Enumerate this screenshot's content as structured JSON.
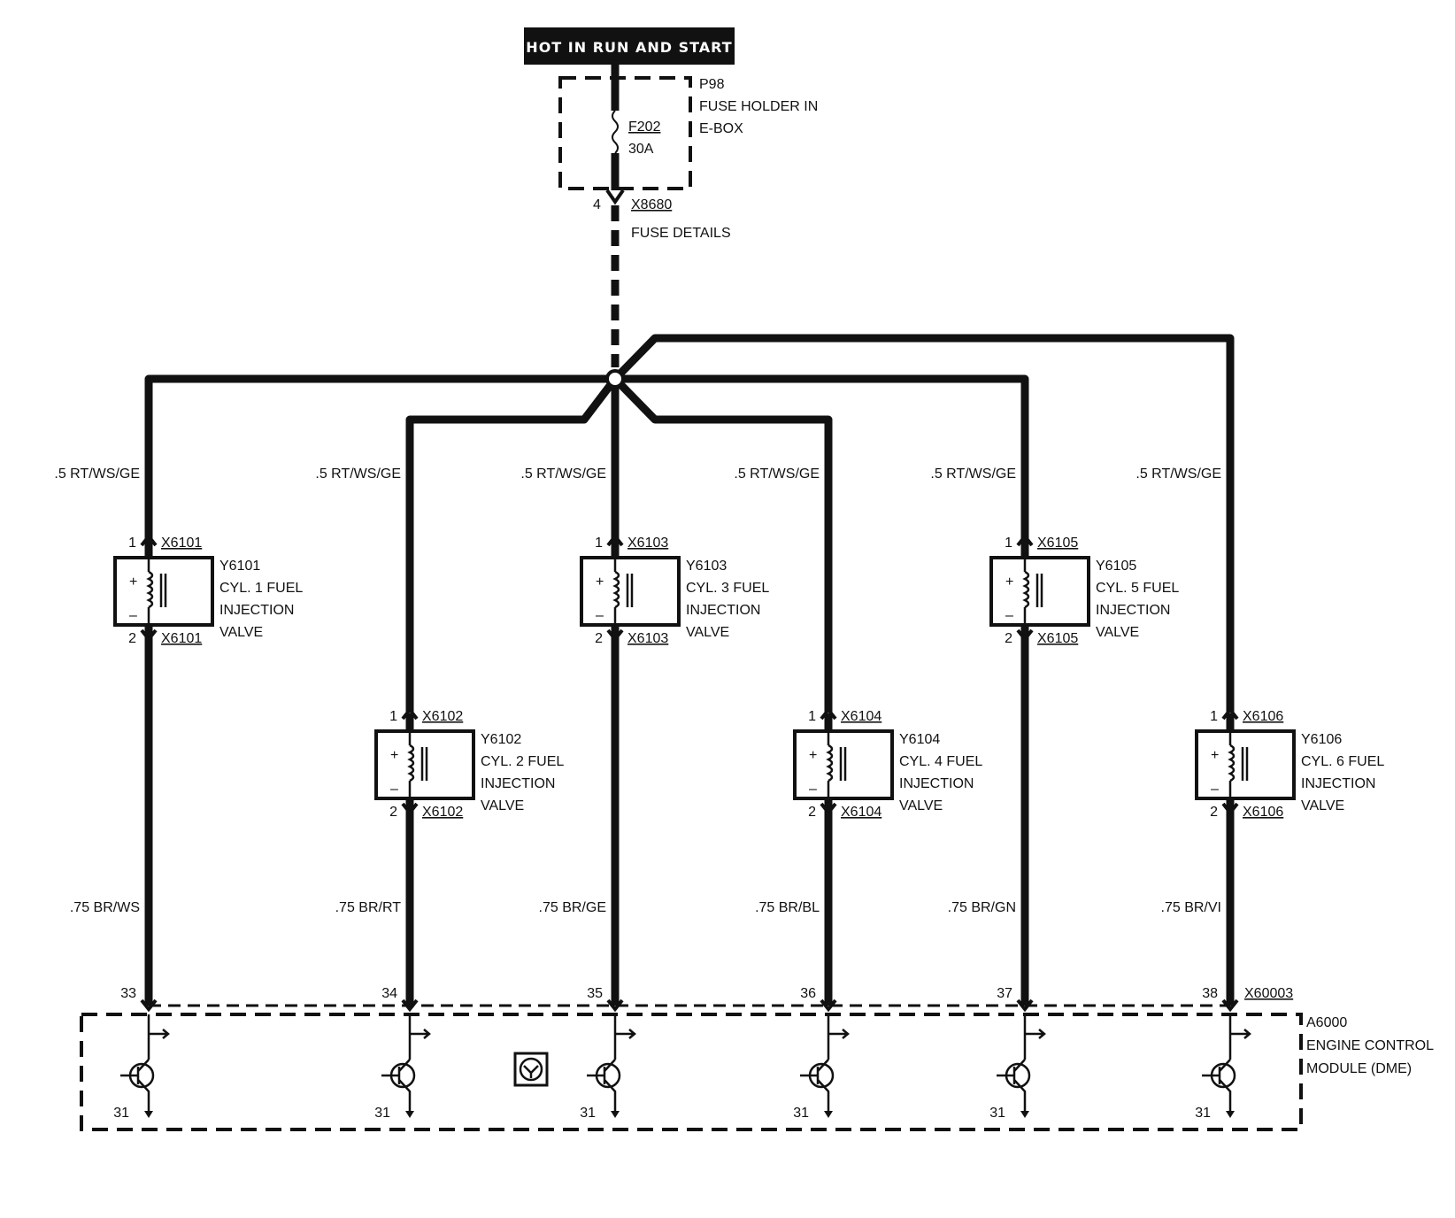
{
  "header": {
    "label": "HOT IN RUN AND START"
  },
  "fuse_holder": {
    "id": "P98",
    "desc1": "FUSE HOLDER IN",
    "desc2": "E-BOX",
    "fuse_id": "F202",
    "fuse_rating": "30A",
    "out_pin": "4",
    "connector": "X8680",
    "details": "FUSE DETAILS"
  },
  "injectors": [
    {
      "wire_in": ".5 RT/WS/GE",
      "pin_in": "1",
      "conn_in": "X6101",
      "id": "Y6101",
      "l1": "CYL. 1 FUEL",
      "l2": "INJECTION",
      "l3": "VALVE",
      "pin_out": "2",
      "conn_out": "X6101",
      "wire_out": ".75 BR/WS",
      "ecm_pin": "33",
      "ground": "31"
    },
    {
      "wire_in": ".5 RT/WS/GE",
      "pin_in": "1",
      "conn_in": "X6102",
      "id": "Y6102",
      "l1": "CYL. 2 FUEL",
      "l2": "INJECTION",
      "l3": "VALVE",
      "pin_out": "2",
      "conn_out": "X6102",
      "wire_out": ".75 BR/RT",
      "ecm_pin": "34",
      "ground": "31"
    },
    {
      "wire_in": ".5 RT/WS/GE",
      "pin_in": "1",
      "conn_in": "X6103",
      "id": "Y6103",
      "l1": "CYL. 3 FUEL",
      "l2": "INJECTION",
      "l3": "VALVE",
      "pin_out": "2",
      "conn_out": "X6103",
      "wire_out": ".75 BR/GE",
      "ecm_pin": "35",
      "ground": "31"
    },
    {
      "wire_in": ".5 RT/WS/GE",
      "pin_in": "1",
      "conn_in": "X6104",
      "id": "Y6104",
      "l1": "CYL. 4 FUEL",
      "l2": "INJECTION",
      "l3": "VALVE",
      "pin_out": "2",
      "conn_out": "X6104",
      "wire_out": ".75 BR/BL",
      "ecm_pin": "36",
      "ground": "31"
    },
    {
      "wire_in": ".5 RT/WS/GE",
      "pin_in": "1",
      "conn_in": "X6105",
      "id": "Y6105",
      "l1": "CYL. 5 FUEL",
      "l2": "INJECTION",
      "l3": "VALVE",
      "pin_out": "2",
      "conn_out": "X6105",
      "wire_out": ".75 BR/GN",
      "ecm_pin": "37",
      "ground": "31"
    },
    {
      "wire_in": ".5 RT/WS/GE",
      "pin_in": "1",
      "conn_in": "X6106",
      "id": "Y6106",
      "l1": "CYL. 6 FUEL",
      "l2": "INJECTION",
      "l3": "VALVE",
      "pin_out": "2",
      "conn_out": "X6106",
      "wire_out": ".75 BR/VI",
      "ecm_pin": "38",
      "ground": "31"
    }
  ],
  "ecm": {
    "connector": "X60003",
    "id": "A6000",
    "name1": "ENGINE CONTROL",
    "name2": "MODULE (DME)"
  }
}
